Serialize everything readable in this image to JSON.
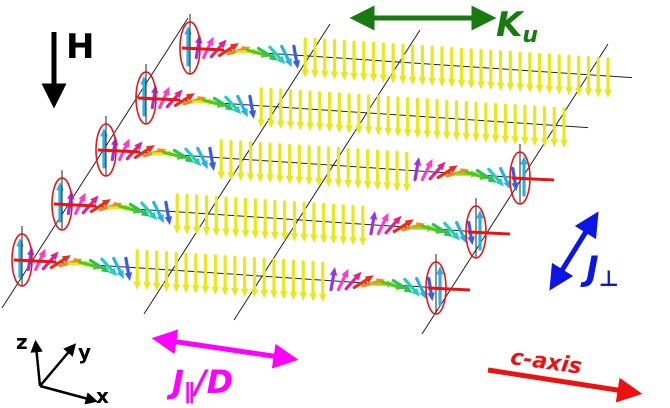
{
  "labels": {
    "field": "H",
    "anisotropy_main": "K",
    "anisotropy_sub": "u",
    "interchain_main": "J",
    "interchain_sub": "⊥",
    "intrachain_main": "J",
    "intrachain_sub": "∥",
    "intrachain_tail": "/D",
    "axis_z": "z",
    "axis_y": "y",
    "axis_x": "x",
    "c_axis": "c-axis"
  },
  "colors": {
    "field": "#000000",
    "anisotropy": "#1a7a12",
    "interchain": "#0b16e6",
    "intrachain": "#ff00ff",
    "c_axis": "#ee1111",
    "bulk_spins": "#e8e81a",
    "chain_line": "#222222"
  },
  "spin_palette": [
    "#e8e81a",
    "#ee8a1a",
    "#ee2b1a",
    "#e0218f",
    "#ff3ad0",
    "#9a34e0",
    "#3a5be8",
    "#2ab0e6",
    "#1fd0c0",
    "#2bc25a",
    "#4ecb1a",
    "#9ad41a"
  ],
  "chains": [
    {
      "domain_wall": "single"
    },
    {
      "domain_wall": "single"
    },
    {
      "domain_wall": "double"
    },
    {
      "domain_wall": "double"
    },
    {
      "domain_wall": "double"
    }
  ]
}
